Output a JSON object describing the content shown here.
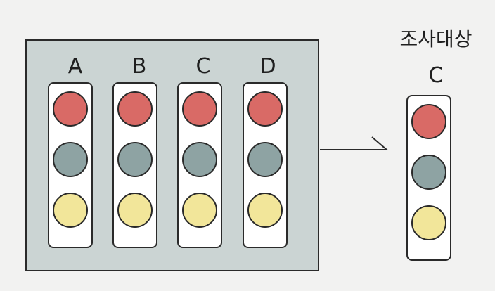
{
  "lights": [
    {
      "label": "A"
    },
    {
      "label": "B"
    },
    {
      "label": "C"
    },
    {
      "label": "D"
    }
  ],
  "target": {
    "title": "조사대상",
    "label": "C"
  },
  "colors": {
    "red": "#d96a66",
    "gray": "#8ea3a3",
    "yellow": "#f2e69a",
    "panel": "#cbd4d3",
    "housing": "#ffffff",
    "outline": "#2a2a2a",
    "background": "#f2f2f1"
  },
  "icons": {
    "connector": "connector-line-icon"
  }
}
